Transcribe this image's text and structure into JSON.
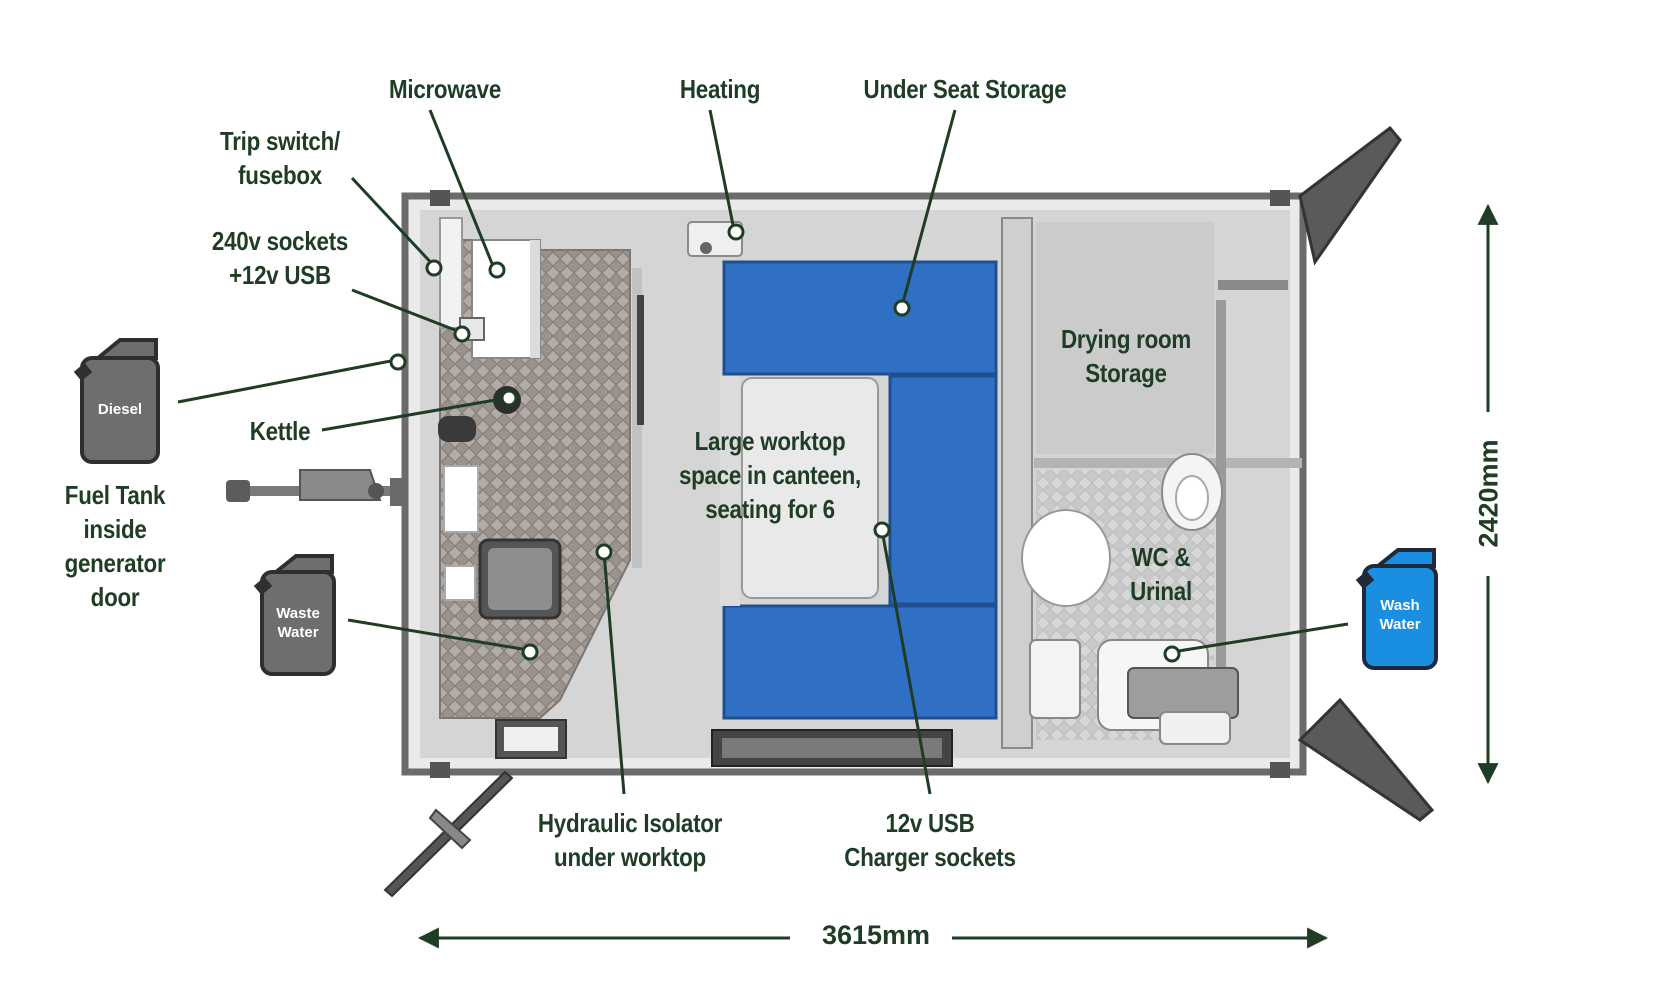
{
  "title": "",
  "labels": {
    "microwave": "Microwave",
    "heating": "Heating",
    "under_seat_storage": "Under Seat Storage",
    "trip_switch": [
      "Trip switch/",
      "fusebox"
    ],
    "sockets_240v": [
      "240v sockets",
      "+12v USB"
    ],
    "kettle": "Kettle",
    "fuel_tank": [
      "Fuel Tank",
      "inside",
      "generator",
      "door"
    ],
    "drying_room": [
      "Drying room",
      "Storage"
    ],
    "worktop": [
      "Large worktop",
      "space in canteen,",
      "seating for 6"
    ],
    "wc_urinal": [
      "WC &",
      "Urinal"
    ],
    "hydraulic_isolator": [
      "Hydraulic Isolator",
      "under worktop"
    ],
    "usb_sockets": [
      "12v USB",
      "Charger sockets"
    ]
  },
  "cans": {
    "diesel": "Diesel",
    "waste_water": [
      "Waste",
      "Water"
    ],
    "wash_water": [
      "Wash",
      "Water"
    ]
  },
  "dimensions": {
    "length": "3615mm",
    "width": "2420mm"
  },
  "colors": {
    "label_text": "#1e3d24",
    "seat_blue": "#2f6fc4",
    "wash_can_blue": "#1a8ee0",
    "can_grey": "#6e6e6e",
    "frame_grey": "#6b6b6b"
  }
}
